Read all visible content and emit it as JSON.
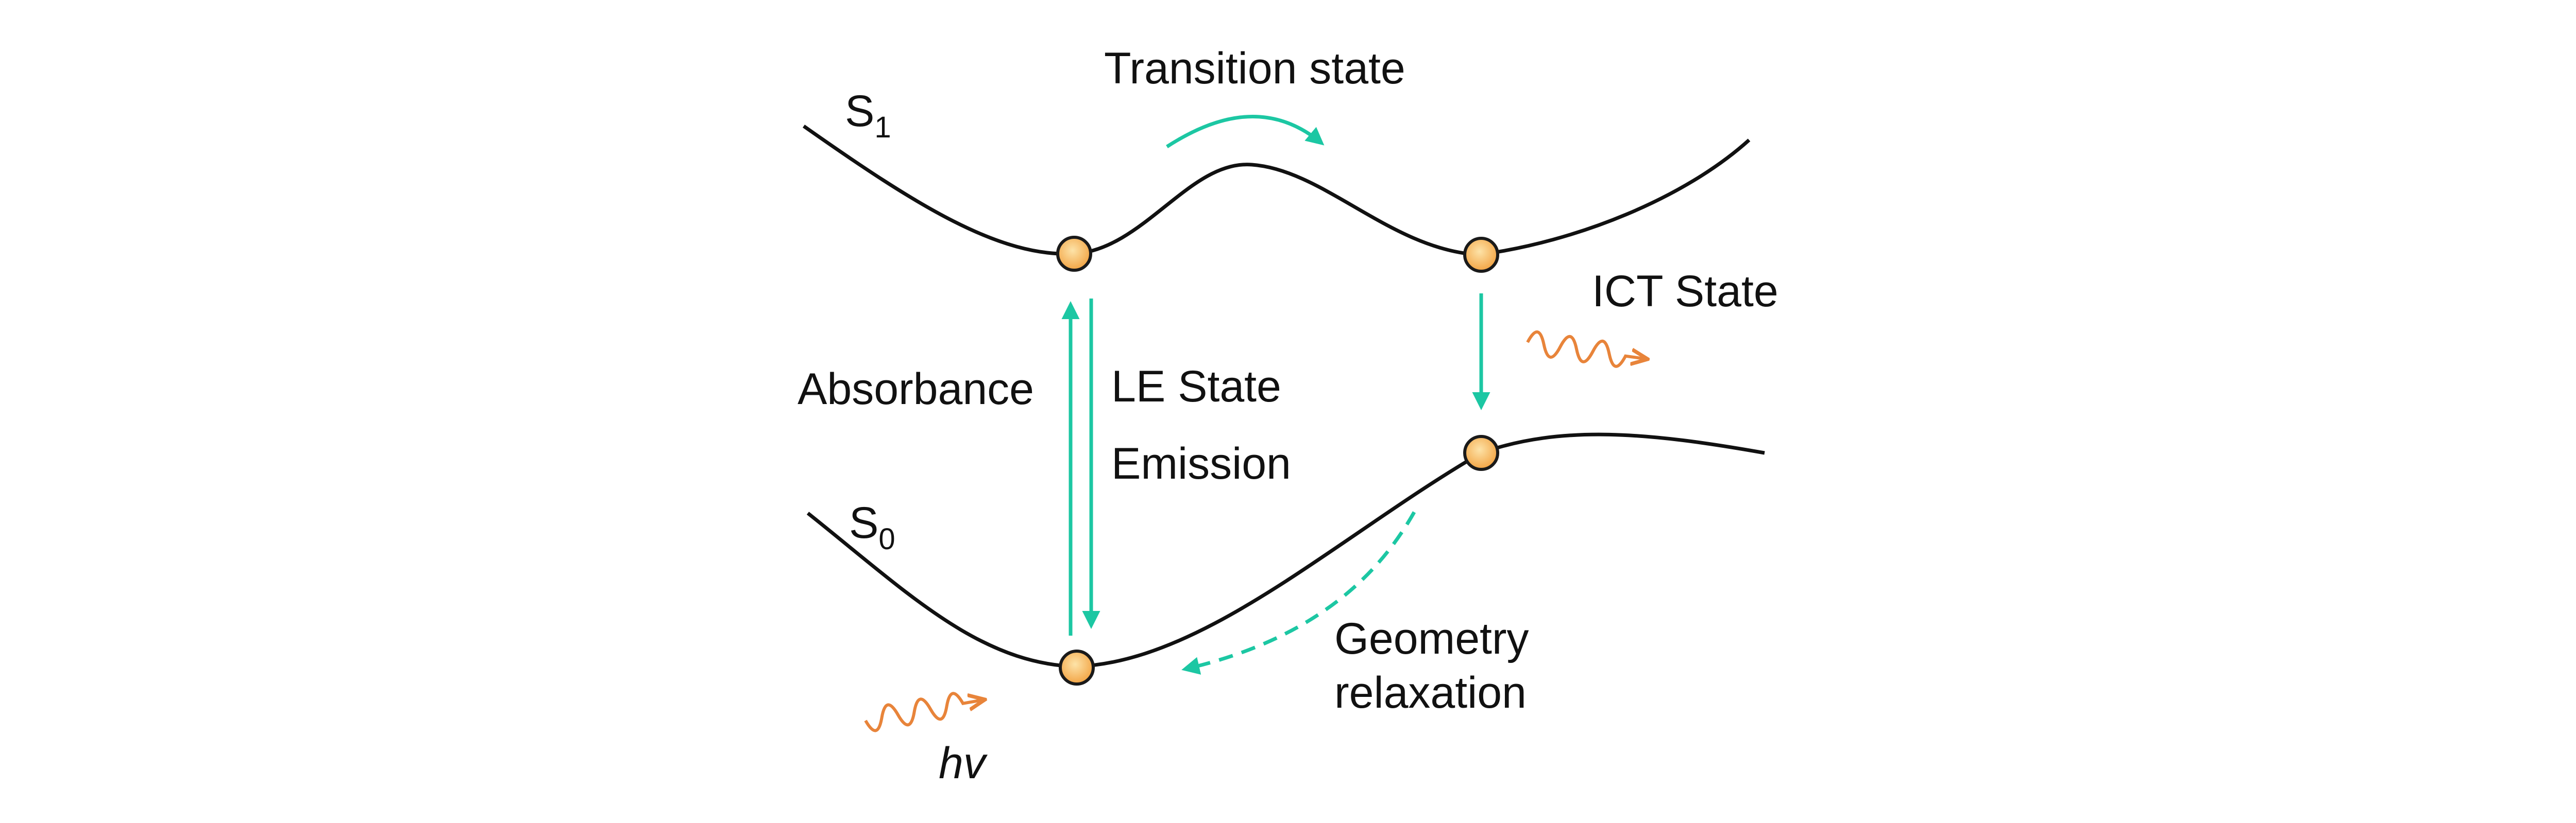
{
  "diagram": {
    "labels": {
      "s1_main": "S",
      "s1_sub": "1",
      "s0_main": "S",
      "s0_sub": "0",
      "transition_state": "Transition state",
      "ict_state": "ICT State",
      "absorbance": "Absorbance",
      "le_state": "LE State",
      "emission": "Emission",
      "geometry_relaxation_1": "Geometry",
      "geometry_relaxation_2": "relaxation",
      "hv": "hv"
    },
    "colors": {
      "curve": "#111111",
      "arrow_teal": "#1cc7a3",
      "wave_orange": "#e8843a",
      "node_fill_center": "#fde3a8",
      "node_fill_edge": "#f2a444",
      "node_stroke": "#1a1a1a"
    },
    "icons": {
      "state_marker": "orange-circle",
      "photon": "wavy-arrow"
    }
  }
}
